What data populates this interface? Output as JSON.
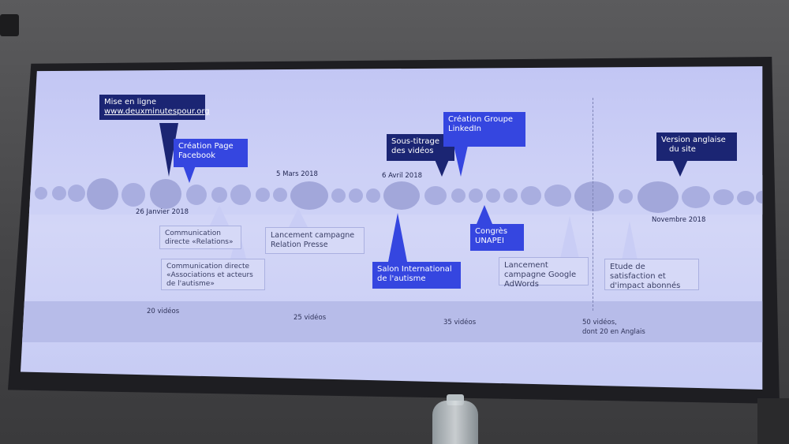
{
  "timeline": {
    "callouts": [
      {
        "line1": "Mise en ligne",
        "line2": "www.deuxminutespour.org"
      },
      {
        "line1": "Création Page",
        "line2": "Facebook"
      },
      {
        "line1": "Sous-titrage",
        "line2": "des vidéos"
      },
      {
        "line1": "Création Groupe",
        "line2": "LinkedIn"
      },
      {
        "line1": "Version anglaise",
        "line2": "du site"
      },
      {
        "line1": "Communication",
        "line2": "directe «Relations»"
      },
      {
        "line1": "Communication directe",
        "line2": "«Associations et acteurs",
        "line3": "de l'autisme»"
      },
      {
        "line1": "Lancement campagne",
        "line2": "Relation Presse"
      },
      {
        "line1": "Salon International",
        "line2": "de l'autisme"
      },
      {
        "line1": "Congrès",
        "line2": "UNAPEI"
      },
      {
        "line1": "Lancement",
        "line2": "campagne Google",
        "line3": "AdWords"
      },
      {
        "line1": "Etude de",
        "line2": "satisfaction et",
        "line3": "d'impact abonnés"
      }
    ],
    "dates": [
      "26 Janvier 2018",
      "5 Mars 2018",
      "6 Avril 2018",
      "Novembre 2018"
    ],
    "counts": [
      "20 vidéos",
      "25 vidéos",
      "35 vidéos",
      "50 vidéos,",
      "dont 20 en Anglais"
    ]
  },
  "colors": {
    "navy": "#1b2573",
    "blue": "#3546e0",
    "screen": "#c9cdf5"
  }
}
